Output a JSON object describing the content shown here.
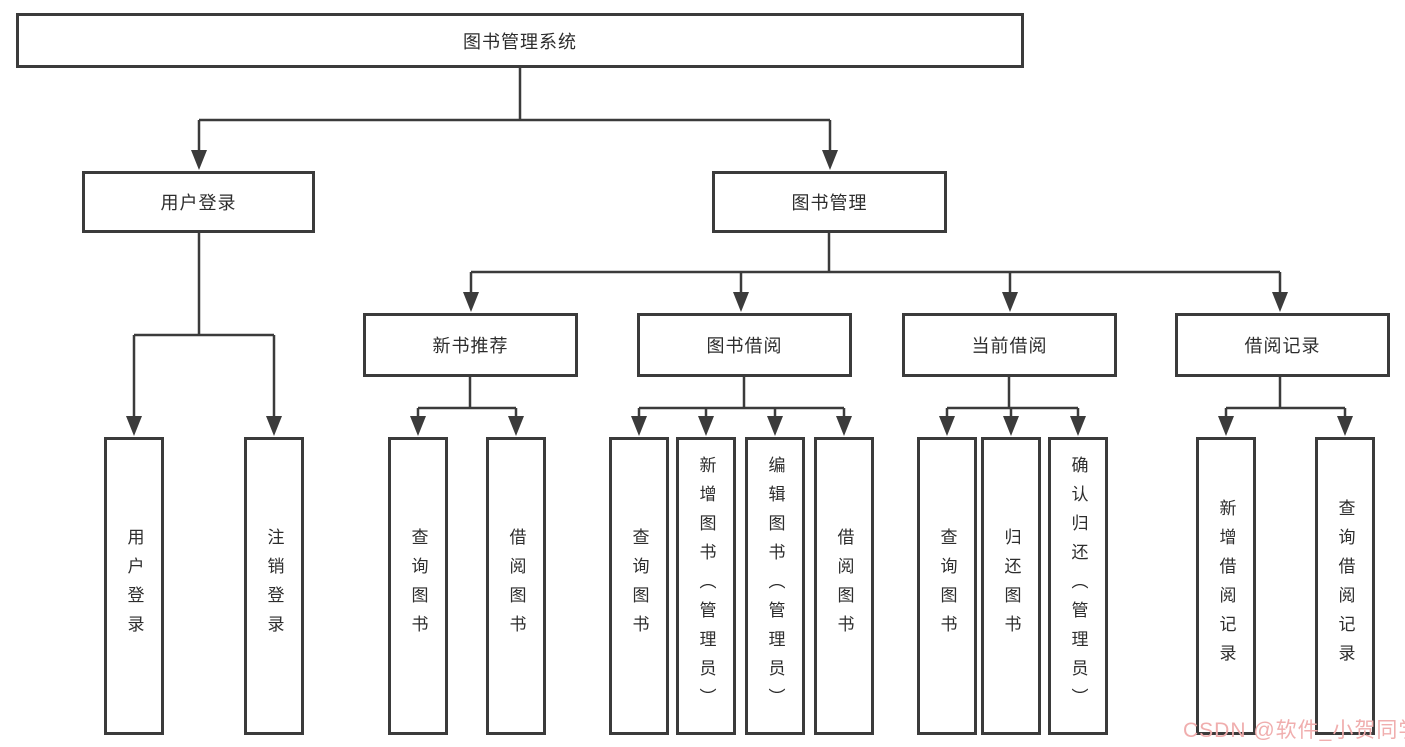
{
  "diagram_type": "hierarchy-chart",
  "tree": {
    "label": "图书管理系统",
    "children": [
      {
        "label": "用户登录",
        "children": [
          {
            "label": "用户登录"
          },
          {
            "label": "注销登录"
          }
        ]
      },
      {
        "label": "图书管理",
        "children": [
          {
            "label": "新书推荐",
            "children": [
              {
                "label": "查询图书"
              },
              {
                "label": "借阅图书"
              }
            ]
          },
          {
            "label": "图书借阅",
            "children": [
              {
                "label": "查询图书"
              },
              {
                "label": "新增图书（管理员）"
              },
              {
                "label": "编辑图书（管理员）"
              },
              {
                "label": "借阅图书"
              }
            ]
          },
          {
            "label": "当前借阅",
            "children": [
              {
                "label": "查询图书"
              },
              {
                "label": "归还图书"
              },
              {
                "label": "确认归还（管理员）"
              }
            ]
          },
          {
            "label": "借阅记录",
            "children": [
              {
                "label": "新增借阅记录"
              },
              {
                "label": "查询借阅记录"
              }
            ]
          }
        ]
      }
    ]
  },
  "watermark": {
    "text": "CSDN @软件_小贺同学"
  },
  "colors": {
    "line": "#3b3b3b",
    "text": "#2d2d2d",
    "watermark_text": "#f0aeae",
    "background": "#ffffff"
  }
}
